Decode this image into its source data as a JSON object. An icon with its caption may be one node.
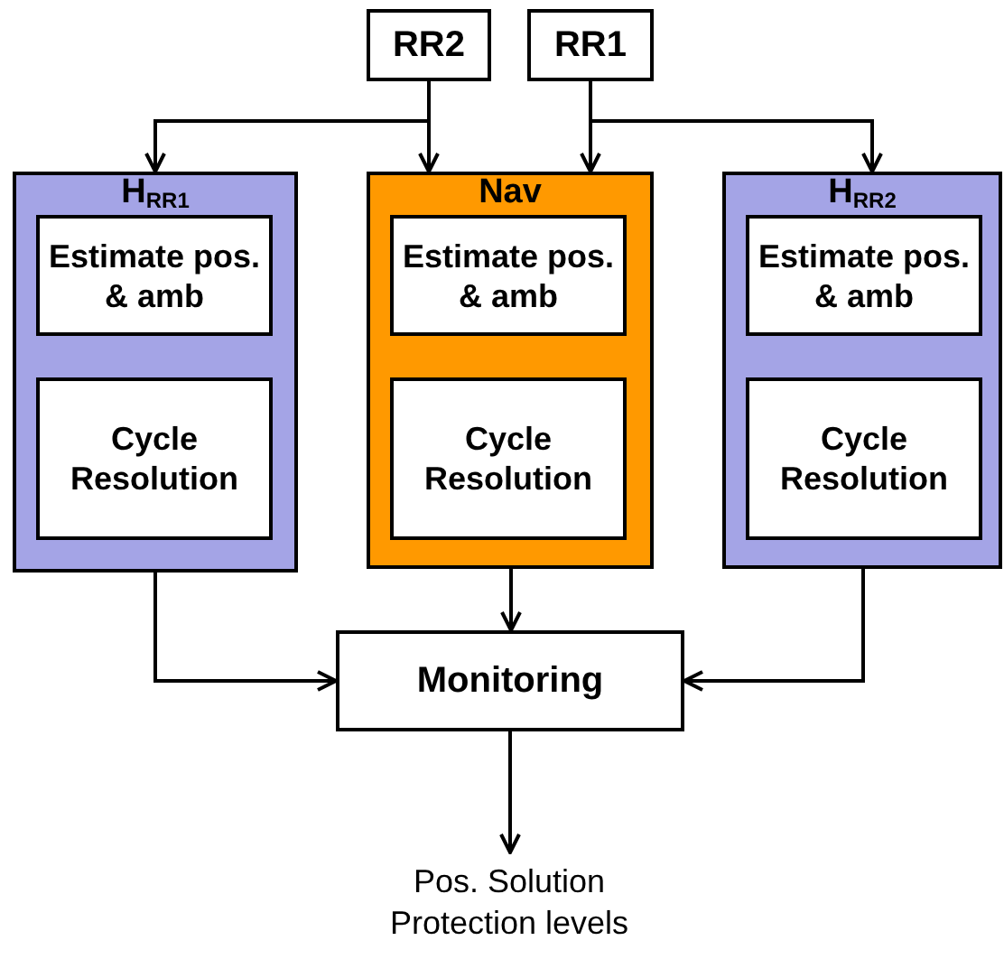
{
  "diagram": {
    "nodes": [
      {
        "text": [
          "RR2"
        ]
      },
      {
        "text": [
          "RR1"
        ]
      },
      {
        "text": [
          "H$_{RR1}$"
        ]
      },
      {
        "text": [
          "Estimate pos. & amb"
        ],
        "in": 2
      },
      {
        "text": [
          "Cycle Resolution"
        ],
        "in": 2
      },
      {
        "text": [
          "Nav"
        ]
      },
      {
        "text": [
          "Estimate pos. & amb"
        ],
        "in": 5
      },
      {
        "text": [
          "Cycle Resolution"
        ],
        "in": 5
      },
      {
        "text": [
          "H$_{RR2}$"
        ]
      },
      {
        "text": [
          "Estimate pos. & amb"
        ],
        "in": 8
      },
      {
        "text": [
          "Cycle Resolution"
        ],
        "in": 8
      },
      {
        "text": [
          "Monitoring"
        ]
      },
      {
        "text": [
          "Pos. Solution Protection levels"
        ]
      }
    ],
    "edges": [
      {
        "from": 0,
        "to": 2,
        "arrow": "to"
      },
      {
        "from": 0,
        "to": 5,
        "arrow": "to"
      },
      {
        "from": 1,
        "to": 5,
        "arrow": "to"
      },
      {
        "from": 1,
        "to": 8,
        "arrow": "to"
      },
      {
        "from": 2,
        "to": 11,
        "arrow": "to"
      },
      {
        "from": 5,
        "to": 11,
        "arrow": "to"
      },
      {
        "from": 8,
        "to": 11,
        "arrow": "to"
      },
      {
        "from": 11,
        "to": 12,
        "arrow": "to"
      }
    ]
  }
}
